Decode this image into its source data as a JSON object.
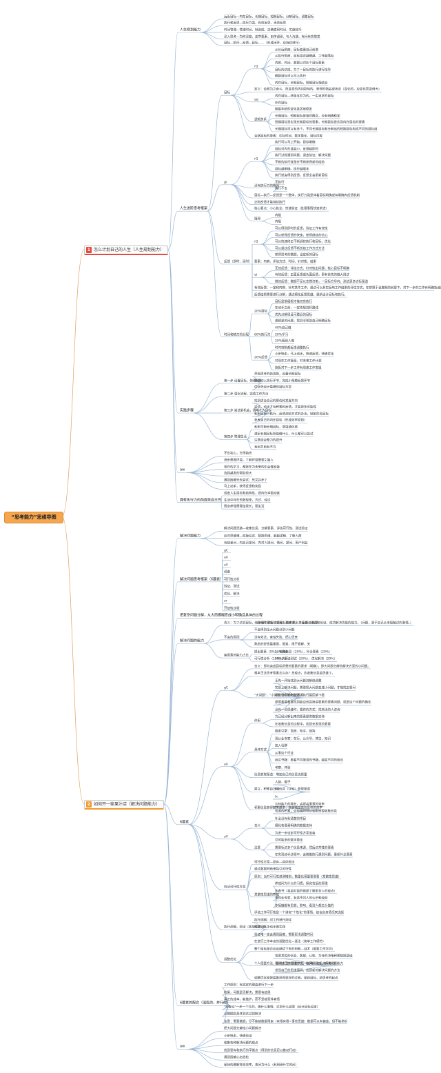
{
  "root": "“思考能力”思维导图",
  "sections": [
    {
      "num": "1",
      "color": "#e8483f",
      "title": "怎么计划自己的人生（人生规划能力）",
      "children": [
        {
          "t": "人生规划能力",
          "c": [
            {
              "t": "远近目标—内在目标、长期目标、短期目标、分解目标、调整目标"
            },
            {
              "t": "执行和反思—执行力强、有效反思、无效反思"
            },
            {
              "t": "时间管理—管理时间、制造成、正确使用时间、实施技巧"
            },
            {
              "t": "深入思考—为何深度、逆序要素、串体调研、与人沟通、有问有答取发"
            },
            {
              "t": "目标—执行—反馈—目标……（形成闭环，应持续进行）"
            }
          ]
        },
        {
          "t": "人生进阶思考框架",
          "c": [
            {
              "t": "目标",
              "c": [
                {
                  "t": "rQ",
                  "c": [
                    {
                      "t": "从长远角度，目标着重自己前进"
                    },
                    {
                      "t": "从执行角度，目标描述越细越，工作越落标"
                    },
                    {
                      "t": "内容、时间、数据以对比个目标要素"
                    },
                    {
                      "t": "目标的达成，为了一目标的执行进行指导"
                    },
                    {
                      "t": "概数目标可以马上执行"
                    },
                    {
                      "t": "内在目标，长期目标，短期目标相结合"
                    }
                  ]
                },
                {
                  "t": "定义：设想为之奋斗，改变发的内向影响的，获得的物品或状态（变化的，应变化而变借大）"
                },
                {
                  "t": "qq",
                  "c": [
                    {
                      "t": "内在目标—终极五阶为的，一生追求的目标"
                    },
                    {
                      "t": "外在目标"
                    }
                  ]
                },
                {
                  "t": "逻辑关系",
                  "c": [
                    {
                      "t": "随着年龄的变化且区域稳定"
                    },
                    {
                      "t": "长期目标、短期目标是相对概念，没有明确稳定"
                    },
                    {
                      "t": "短期目标是实现长期目标的要素，长期目标是达到内在目标的要素"
                    },
                    {
                      "t": "长期目标可以有多个，不同长期目标和分解出的短期目标构成不同的目标组"
                    }
                  ]
                },
                {
                  "t": "合格目标的要素：达标时间、数字量化、目标内容"
                }
              ]
            },
            {
              "t": "gi",
              "c": [
                {
                  "t": "rQ",
                  "c": [
                    {
                      "t": "执行可以马上开始，目标明确"
                    },
                    {
                      "t": "目标对内在且能小，反馈越即时"
                    },
                    {
                      "t": "执行过程遇到问题，调查验证，解决问题"
                    },
                    {
                      "t": "不断的执行就是在不断获得新的经验"
                    },
                    {
                      "t": "目标越明确，执行越顺手"
                    },
                    {
                      "t": "执行就会得到反馈，反馈全会更新目标"
                    }
                  ]
                },
                {
                  "t": "没有执行力的原因",
                  "c": [
                    {
                      "t": "不执行"
                    },
                    {
                      "t": "执行不五"
                    }
                  ]
                },
                {
                  "t": "目标—执行—反馈是一个整体，执行力强是体着目标明确或有明确内反馈机制"
                },
                {
                  "t": "正和反馈才能持续执行"
                },
                {
                  "t": "核心要点：小心执全，快速验证（处理事情快速求进）"
                },
                {
                  "t": "阻碍",
                  "c": [
                    {
                      "t": "内阻"
                    },
                    {
                      "t": "内阻"
                    }
                  ]
                }
              ]
            },
            {
              "t": "反馈（即时、延时）",
              "c": [
                {
                  "t": "rQ",
                  "c": [
                    {
                      "t": "可以得到即时的反馈，验证工作有效性"
                    },
                    {
                      "t": "可以获得反馈的快速，获得继续的信心"
                    },
                    {
                      "t": "可以快速修正不断调控执行和目标，优化"
                    },
                    {
                      "t": "可以通过反馈不断总结工作方式方法"
                    },
                    {
                      "t": "获得思考的数据，设定新的目标"
                    }
                  ]
                },
                {
                  "t": "要素：内容、评估方式、时间、针对性、结果"
                },
                {
                  "t": "qi",
                  "c": [
                    {
                      "t": "无效反馈：评估方式、针对性出问题，核心目标不明确"
                    },
                    {
                      "t": "有效反馈：正面反馈或负面反馈，事有首先的做大则过"
                    },
                    {
                      "t": "微效反馈：数据不足以支撑决策，一目标方导向，测试更多达标渠道"
                    }
                  ]
                },
                {
                  "t": "有效反馈：一定和内容、针对某件工作，通过可以具实反映工作结果的评估方式，在拼限于该度期的前提下，对下一步的工作有明确指诚的反馈。"
                },
                {
                  "t": "反馈结果需要进行分解，通过细化反馈思维，重新设计目标和执行。"
                }
              ]
            },
            {
              "t": "时间和精力的分配",
              "c": [
                {
                  "t": "20%目标",
                  "c": [
                    {
                      "t": "目标是惨痛根才能切实执行"
                    },
                    {
                      "t": "在动手之前，一定先规划好路线"
                    },
                    {
                      "t": "优先分解周且可最近的目标"
                    },
                    {
                      "t": "通想是的问题，找到寻帮助自己明确目标"
                    }
                  ]
                },
                {
                  "t": "60%执行力",
                  "c": [
                    {
                      "t": "40%自己做"
                    },
                    {
                      "t": "20%学习"
                    },
                    {
                      "t": "20%看别人做"
                    }
                  ]
                },
                {
                  "t": "20%反馈",
                  "c": [
                    {
                      "t": "时时刻刻都反馈调整执行"
                    },
                    {
                      "t": "小步快走，马上动手，快速反馈，快速优化"
                    },
                    {
                      "t": "对现在工作复盘，对未来工作计划"
                    },
                    {
                      "t": "抱拒对下一步工作有周速工作发展"
                    }
                  ]
                }
              ]
            }
          ]
        },
        {
          "t": "实践步骤",
          "c": [
            {
              "t": "第一步 设置目标，快速动手",
              "c": [
                {
                  "t": "开始思考的新视角，设置长期目标"
                },
                {
                  "t": "要建切入执行环节，完成小规模反馈环节"
                },
                {
                  "t": "优化先设计最细的目标方案"
                }
              ]
            },
            {
              "t": "第二步 强化流程，完成工作方法"
            },
            {
              "t": "第三步 尝试新机会，清晰个人目标",
              "c": [
                {
                  "t": "找到适合自己的职位和发展方向"
                },
                {
                  "t": "尝试，动手才有积累和反馈，才能更多可能性"
                },
                {
                  "t": "利用目标—执行—反馈测验方式的办法，制定阶段目标"
                },
                {
                  "t": "参考自己的内在目标（形成效率原则）"
                }
              ]
            },
            {
              "t": "第四步 管理生活",
              "c": [
                {
                  "t": "利用平衡长期目标，增强通信感"
                },
                {
                  "t": "满足长期目标所能做什么，什么都可以尝试"
                },
                {
                  "t": "注意结合整力的提升"
                },
                {
                  "t": "有闲为前有不为"
                }
              ]
            }
          ]
        },
        {
          "t": "aw",
          "c": [
            {
              "t": "不忘初心，方得始终"
            },
            {
              "t": "进步需要环境，了解环境需要引路人"
            },
            {
              "t": "现在的学习，都是在为未来的机会做准备"
            },
            {
              "t": "选择越发的帮助很大"
            },
            {
              "t": "遇到困难先去尝试：先又并步了"
            },
            {
              "t": "马上动手，获得反馈和奖励"
            }
          ]
        },
        {
          "t": "拥有执行力的前提是自主性",
          "c": [
            {
              "t": "调查人生目标和结构性，提内在本驱动链"
            },
            {
              "t": "生活中存在无数规律，方式、经过"
            },
            {
              "t": "情身养怪需要结果长，要生活"
            }
          ]
        }
      ]
    },
    {
      "num": "2",
      "color": "#f29a2e",
      "title": "如何开一家果汁店（解决问题能力）",
      "children": [
        {
          "t": "解决问题能力",
          "c": [
            {
              "t": "解决问题思路—收集信息、分解要素、评估可行性、测试验证"
            },
            {
              "t": "应对思维难—原版综述、数据思维、超越逻辑、了解人群"
            },
            {
              "t": "有错差问—内自己提问、内对人提问、借问、提问、用户利益"
            }
          ]
        },
        {
          "t": "解决问题思考框架（6要素）",
          "c": [
            {
              "t": "gC"
            },
            {
              "t": "aX"
            },
            {
              "t": "aV"
            },
            {
              "t": "调查"
            },
            {
              "t": "可行性分析"
            },
            {
              "t": "验证、测试"
            },
            {
              "t": "优化、解决"
            },
            {
              "t": "ar"
            },
            {
              "t": "开放性过程"
            }
          ]
        },
        {
          "t": "把复杂问题分解，从大而模糊变成小明确且具体的过程"
        },
        {
          "t": "解决问题的能力",
          "c": [
            {
              "t": "含义：为了达到目标，包头看中掌握达到目标的步骤，并且通过测试和验证，成功解决功能的能力。（问题，源于自己从未接触过的事情。）",
              "c": [
                {
                  "t": "①清晰的目标 ②思考、搜索方法 ③反馈 ④结果"
                }
              ]
            },
            {
              "t": "不会的原因",
              "c": [
                {
                  "t": "不会得到全大问题分到小问题"
                },
                {
                  "t": "没有效法，害怕失败，把心思来"
                },
                {
                  "t": "熟悉的舒青最重要，要紧，限于要解，关"
                }
              ]
            },
            {
              "t": "备要素的能力占比",
              "c": [
                {
                  "t": "提出要素（5%），收集信息（20%），补全要素（20%）",
                  "c": [
                    {
                      "t": "50%调查"
                    }
                  ]
                },
                {
                  "t": "可行性分析（10%），验证测试（20%），优化解决（20%）",
                  "c": [
                    {
                      "t": "50%执行"
                    }
                  ]
                }
              ]
            }
          ]
        },
        {
          "t": "6要素",
          "c": [
            {
              "t": "gC",
              "c": [
                {
                  "t": "含义：即为完成目标所需的要素的要求（明确），即大问题分解的解决方案的小问题。"
                },
                {
                  "t": "根本王法思考要素怎么办？总观点，达收集信息后思维了。"
                },
                {
                  "t": "\"大问题\"，\"小问题\"分到位时提要素",
                  "c": [
                    {
                      "t": "王先一开始找到大问题划解绕调整"
                    },
                    {
                      "t": "实质上解决问题，需要把大问题变成小问题，才能找正要问"
                    },
                    {
                      "t": "适设目标要知头看，执行最区解下看"
                    },
                    {
                      "t": "提要素最看要找到能边效且简易要素的要素问题，就是这个问题的确化"
                    },
                    {
                      "t": "没有一点思维时，最终的方式：找地法的人咨询"
                    }
                  ]
                }
              ]
            },
            {
              "t": "aX",
              "c": [
                {
                  "t": "作用",
                  "c": [
                    {
                      "t": "为已经分解出来的要素提供数据支持"
                    },
                    {
                      "t": "在收集信息的过程中，找到未发现的要素"
                    }
                  ]
                },
                {
                  "t": "具体方式",
                  "c": [
                    {
                      "t": "搜索引擎：百度、知乎、搜狗"
                    },
                    {
                      "t": "现从业专家：在行、公众号、博主、知识"
                    },
                    {
                      "t": "加入社群"
                    },
                    {
                      "t": "从事这个行业"
                    },
                    {
                      "t": "商买书籍：看着不同渠道的书籍，越变不同的观点"
                    },
                    {
                      "t": "考察、体验"
                    }
                  ]
                },
                {
                  "t": "信息获取渠道：增加自己的信息流质量"
                },
                {
                  "t": "建立，积累自己的信息（认知）获取渠道",
                  "c": [
                    {
                      "t": "人脉、圈子"
                    },
                    {
                      "t": "bQ"
                    },
                    {
                      "t": "Ix"
                    }
                  ]
                },
                {
                  "t": "积累信息获得越来越多，就越能提高信息带的效率",
                  "c": [
                    {
                      "t": "认知能力的增长，会提高事事的效率"
                    },
                    {
                      "t": "资源的积累，让你随时可以调用资源收集信息"
                    }
                  ]
                }
              ]
            },
            {
              "t": "aV",
              "c": [
                {
                  "t": "含义",
                  "c": [
                    {
                      "t": "补全没有利清楚的项目"
                    },
                    {
                      "t": "细化各要素明确的数据支持"
                    },
                    {
                      "t": "为进一步设定可行性方案准备"
                    }
                  ]
                },
                {
                  "t": "注意",
                  "c": [
                    {
                      "t": "尽可能多的数字量化"
                    },
                    {
                      "t": "需要标达多个信息来源，然后达共性的要素"
                    },
                    {
                      "t": "在实现动手过程中，会随着执行遇到问题，重新补全要素"
                    }
                  ]
                }
              ]
            },
            {
              "t": "判法可行性方案",
              "c": [
                {
                  "t": "可行性方案—原有—具体梳法"
                },
                {
                  "t": "通过数据判断来指引可行性"
                },
                {
                  "t": "原则：当对可行性进测精则，数量化用量要要要（发散性思维）"
                },
                {
                  "t": "发散性思维的养成",
                  "c": [
                    {
                      "t": "养成问为什么的习惯，探究背后的原理"
                    },
                    {
                      "t": "多看书（将后对目的假提了解更多人的观点）"
                    },
                    {
                      "t": "多向业专家，有途不同人的认识和经验"
                    },
                    {
                      "t": "多接触都有思想，影响，看到人都怎么做的"
                    }
                  ]
                },
                {
                  "t": "评估工作可行性是一个讲究\"个性化\"的事情，结合自身情况来选择"
                }
              ]
            },
            {
              "t": "执行测期，验证（收放性思维）",
              "c": [
                {
                  "t": "执行测期：对工作进行测评"
                },
                {
                  "t": "验证：真正动手做实践"
                },
                {
                  "t": "验证唯一定会遇到困难，需要更浅调整时间"
                }
              ]
            },
            {
              "t": "调整优化",
              "c": [
                {
                  "t": "在进行工作本身的调整优化—逐法（简单工作细节）"
                },
                {
                  "t": "整个目标是否应该继续下去的判断—战术（顺要工作方向）"
                },
                {
                  "t": "个人德量方法，是考方式对调整优化—战略（长远高深能力）",
                  "c": [
                    {
                      "t": "将要发挥的信息、数据，认知，为任的决策积累数据基础"
                    },
                    {
                      "t": "要提自己的思维方式，能问题角度，解决问题能力"
                    },
                    {
                      "t": "发现自己的思维漏洞，找到新的解决问题的方法"
                    }
                  ]
                },
                {
                  "t": "调整优化是按着推迟得更好的过程，是新目标，新思考的起点"
                }
              ]
            }
          ]
        },
        {
          "t": "6要素的配合（混乱的，并行的）",
          "c": [
            {
              "t": "工作原则：有完定的理由进行下一步"
            },
            {
              "t": "收尾，问题是否解决，需要有结果"
            },
            {
              "t": "真正的成本，能做护，而不是被案件者情"
            },
            {
              "t": "\"检查论\"一步一个扎的，做什么事情，达到什么结果（设计目标设定）"
            },
            {
              "t": "从模糊到具体到达过到解决"
            },
            {
              "t": "注意：需要数据，尽不能被数据限束（有限有限=事实思维）数据可以有偏差，但不能参拆"
            }
          ]
        },
        {
          "t": "aw",
          "c": [
            {
              "t": "把大问题分解成小问题解决"
            },
            {
              "t": "小步快走，快速验证"
            },
            {
              "t": "收集各种解决问题的观点"
            },
            {
              "t": "找到更有和执行的平衡点（得到的信息足以推动行动）"
            },
            {
              "t": "遇到困难心态放松"
            },
            {
              "t": "保持的确解答很效率，善问为什么（利用研什它的问）"
            }
          ]
        }
      ]
    }
  ]
}
